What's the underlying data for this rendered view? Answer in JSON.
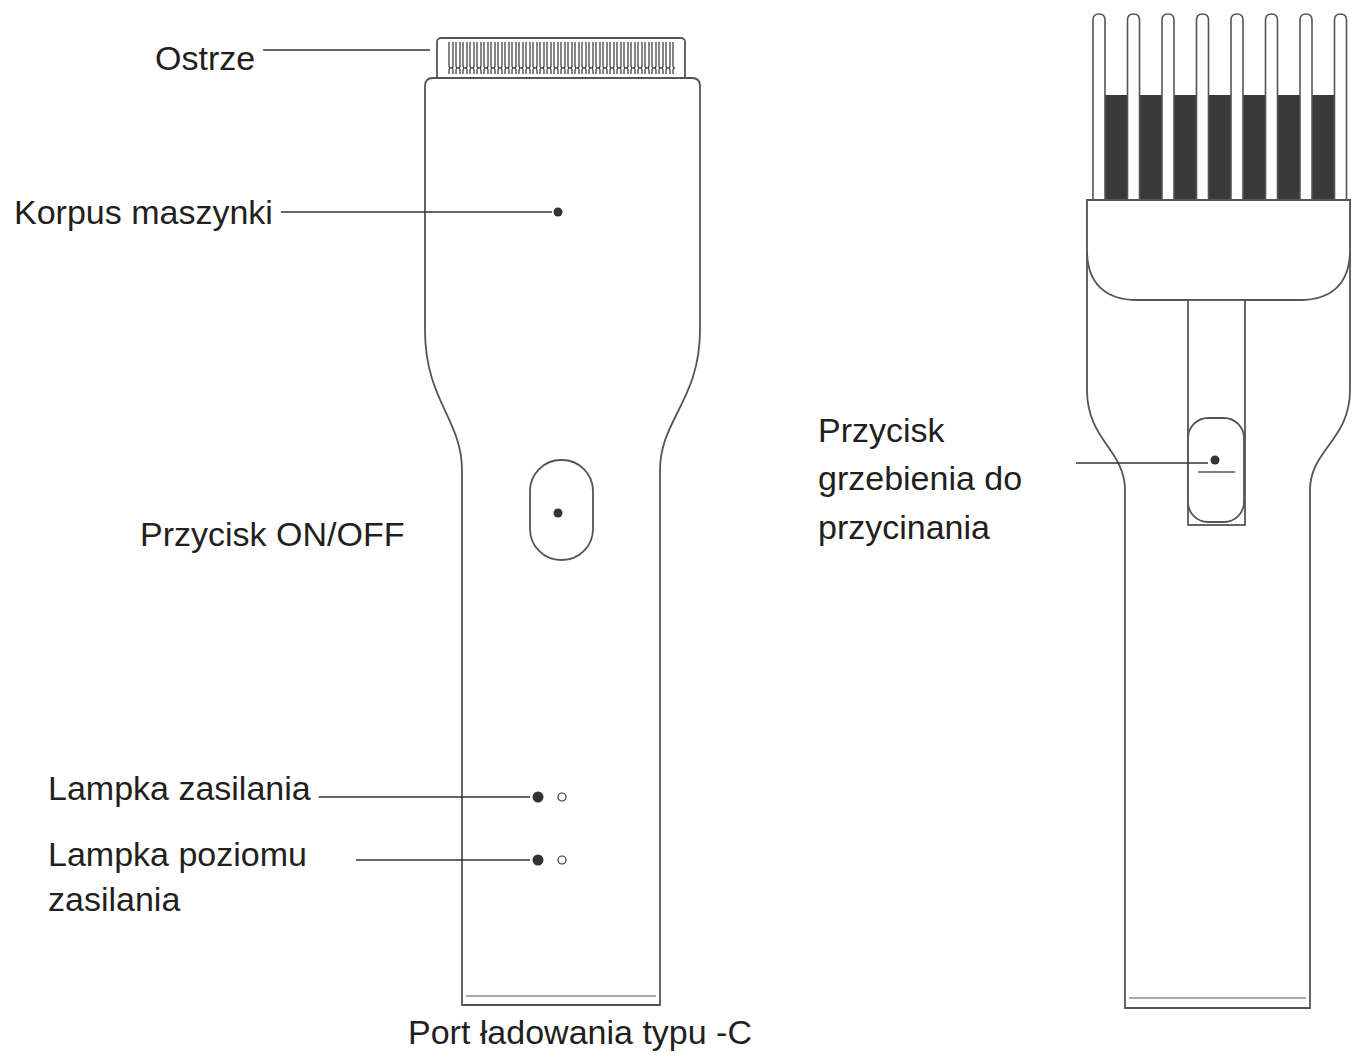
{
  "diagram": {
    "labels": [
      "Ostrze",
      "Korpus maszynki",
      "Przycisk ON/OFF",
      "Lampka zasilania",
      "Lampka poziomu zasilania",
      "Przycisk grzebienia do przycinania",
      "Port ładowania typu -C"
    ]
  }
}
